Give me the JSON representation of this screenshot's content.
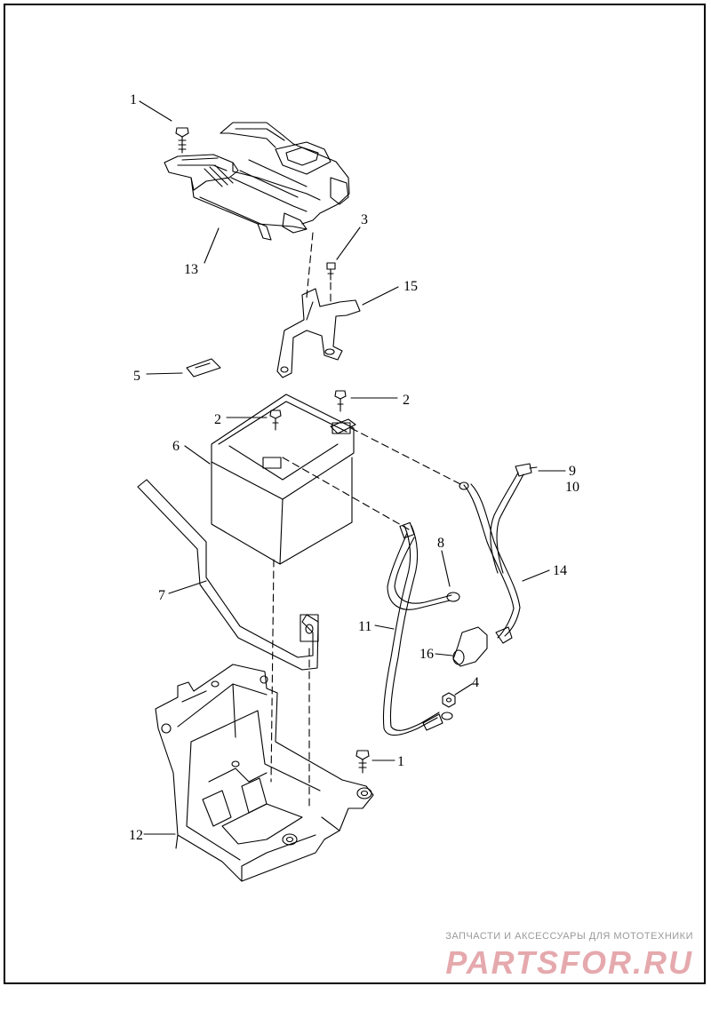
{
  "callouts": [
    {
      "id": "c1a",
      "text": "1"
    },
    {
      "id": "c13",
      "text": "13"
    },
    {
      "id": "c3",
      "text": "3"
    },
    {
      "id": "c15",
      "text": "15"
    },
    {
      "id": "c5",
      "text": "5"
    },
    {
      "id": "c2a",
      "text": "2"
    },
    {
      "id": "c2b",
      "text": "2"
    },
    {
      "id": "c6",
      "text": "6"
    },
    {
      "id": "c9",
      "text": "9"
    },
    {
      "id": "c10",
      "text": "10"
    },
    {
      "id": "c8",
      "text": "8"
    },
    {
      "id": "c14",
      "text": "14"
    },
    {
      "id": "c7",
      "text": "7"
    },
    {
      "id": "c11",
      "text": "11"
    },
    {
      "id": "c16",
      "text": "16"
    },
    {
      "id": "c4",
      "text": "4"
    },
    {
      "id": "c1b",
      "text": "1"
    },
    {
      "id": "c12",
      "text": "12"
    }
  ],
  "watermark": {
    "tagline": "ЗАПЧАСТИ И АКСЕССУАРЫ ДЛЯ МОТОТЕХНИКИ",
    "brand": "PARTSFOR.RU"
  },
  "colors": {
    "line": "#000000",
    "watermark_text": "#9a9a9a",
    "watermark_brand": "#e5a9ad"
  }
}
